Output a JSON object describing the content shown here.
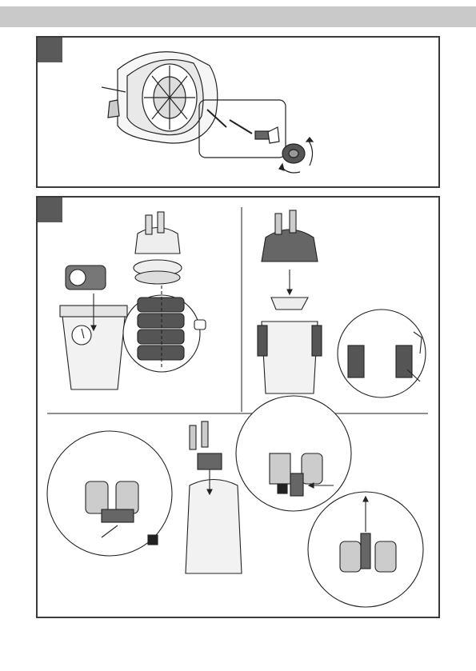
{
  "page": {
    "header_color": "#c9c9c9",
    "panel_border_color": "#3a3a3a",
    "marker_color": "#5a5a5a"
  },
  "panels": [
    {
      "id": 1,
      "content": "pump-head-disassembly-illustration"
    },
    {
      "id": 2,
      "content": "filter-canister-assembly-illustration"
    }
  ]
}
